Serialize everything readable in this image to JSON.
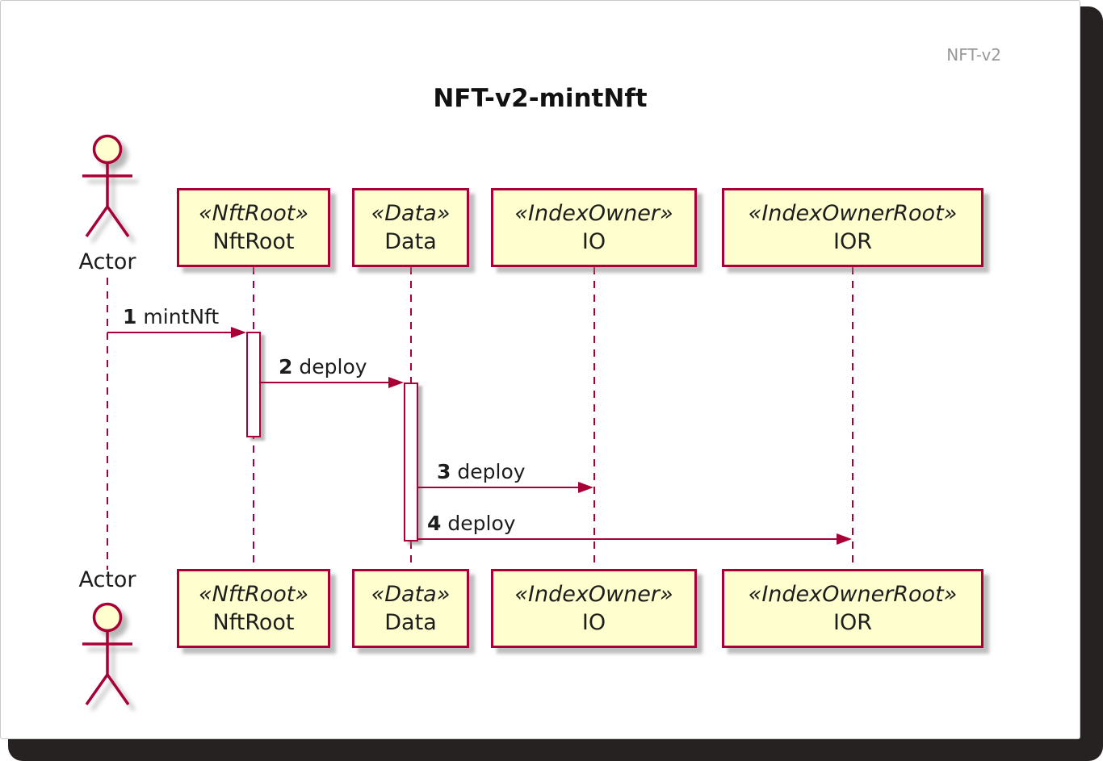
{
  "header": {
    "text": "NFT-v2"
  },
  "title": "NFT-v2-mintNft",
  "actor": {
    "label": "Actor"
  },
  "participants": [
    {
      "stereotype": "«NftRoot»",
      "name": "NftRoot"
    },
    {
      "stereotype": "«Data»",
      "name": "Data"
    },
    {
      "stereotype": "«IndexOwner»",
      "name": "IO"
    },
    {
      "stereotype": "«IndexOwnerRoot»",
      "name": "IOR"
    }
  ],
  "messages": [
    {
      "num": "1",
      "text": "mintNft"
    },
    {
      "num": "2",
      "text": "deploy"
    },
    {
      "num": "3",
      "text": "deploy"
    },
    {
      "num": "4",
      "text": "deploy"
    }
  ],
  "colors": {
    "line": "#A80036",
    "participant_fill": "#FEFECE",
    "header_text": "#999999",
    "text": "#1d1d1d",
    "canvas_border": "#c8c8c8",
    "window_frame": "#262222"
  }
}
